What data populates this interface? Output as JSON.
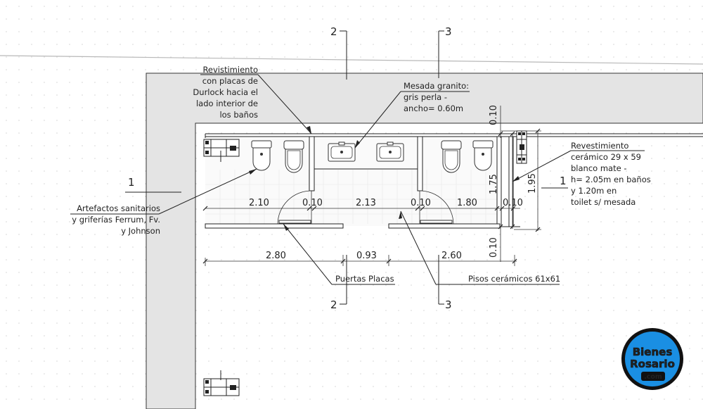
{
  "notes": {
    "revestimiento": [
      "Revistimiento",
      "con placas de",
      "Durlock hacia el",
      "lado interior de",
      "los baños"
    ],
    "mesada": [
      "Mesada granito:",
      "gris perla -",
      "ancho= 0.60m"
    ],
    "ceramico": [
      "Revestimiento",
      "cerámico 29 x 59",
      "blanco mate -",
      "h=  2.05m en baños",
      "y 1.20m en",
      "toilet s/ mesada"
    ],
    "artefactos": [
      "Artefactos sanitarios",
      "y griferías Ferrum, Fv.",
      "y Johnson"
    ],
    "puertas": "Puertas Placas",
    "pisos": "Pisos cerámicos 61x61"
  },
  "section_marks": {
    "left_1": "1",
    "right_1": "1",
    "top_2": "2",
    "top_3": "3",
    "bottom_2": "2",
    "bottom_3": "3"
  },
  "dimensions": {
    "d_210": "2.10",
    "d_010_a": "0.10",
    "d_213": "2.13",
    "d_010_b": "0.10",
    "d_180": "1.80",
    "d_010_c": "0.10",
    "d_280": "2.80",
    "d_093": "0.93",
    "d_260": "2.60",
    "v_010_top": "0.10",
    "v_175": "1.75",
    "v_195": "1.95",
    "v_010_bottom": "0.10"
  },
  "logo": {
    "line1": "Bienes",
    "line2": "Rosario",
    "line3": ".com",
    "bg_color": "#1a8fe3",
    "ring_color": "#111111"
  }
}
